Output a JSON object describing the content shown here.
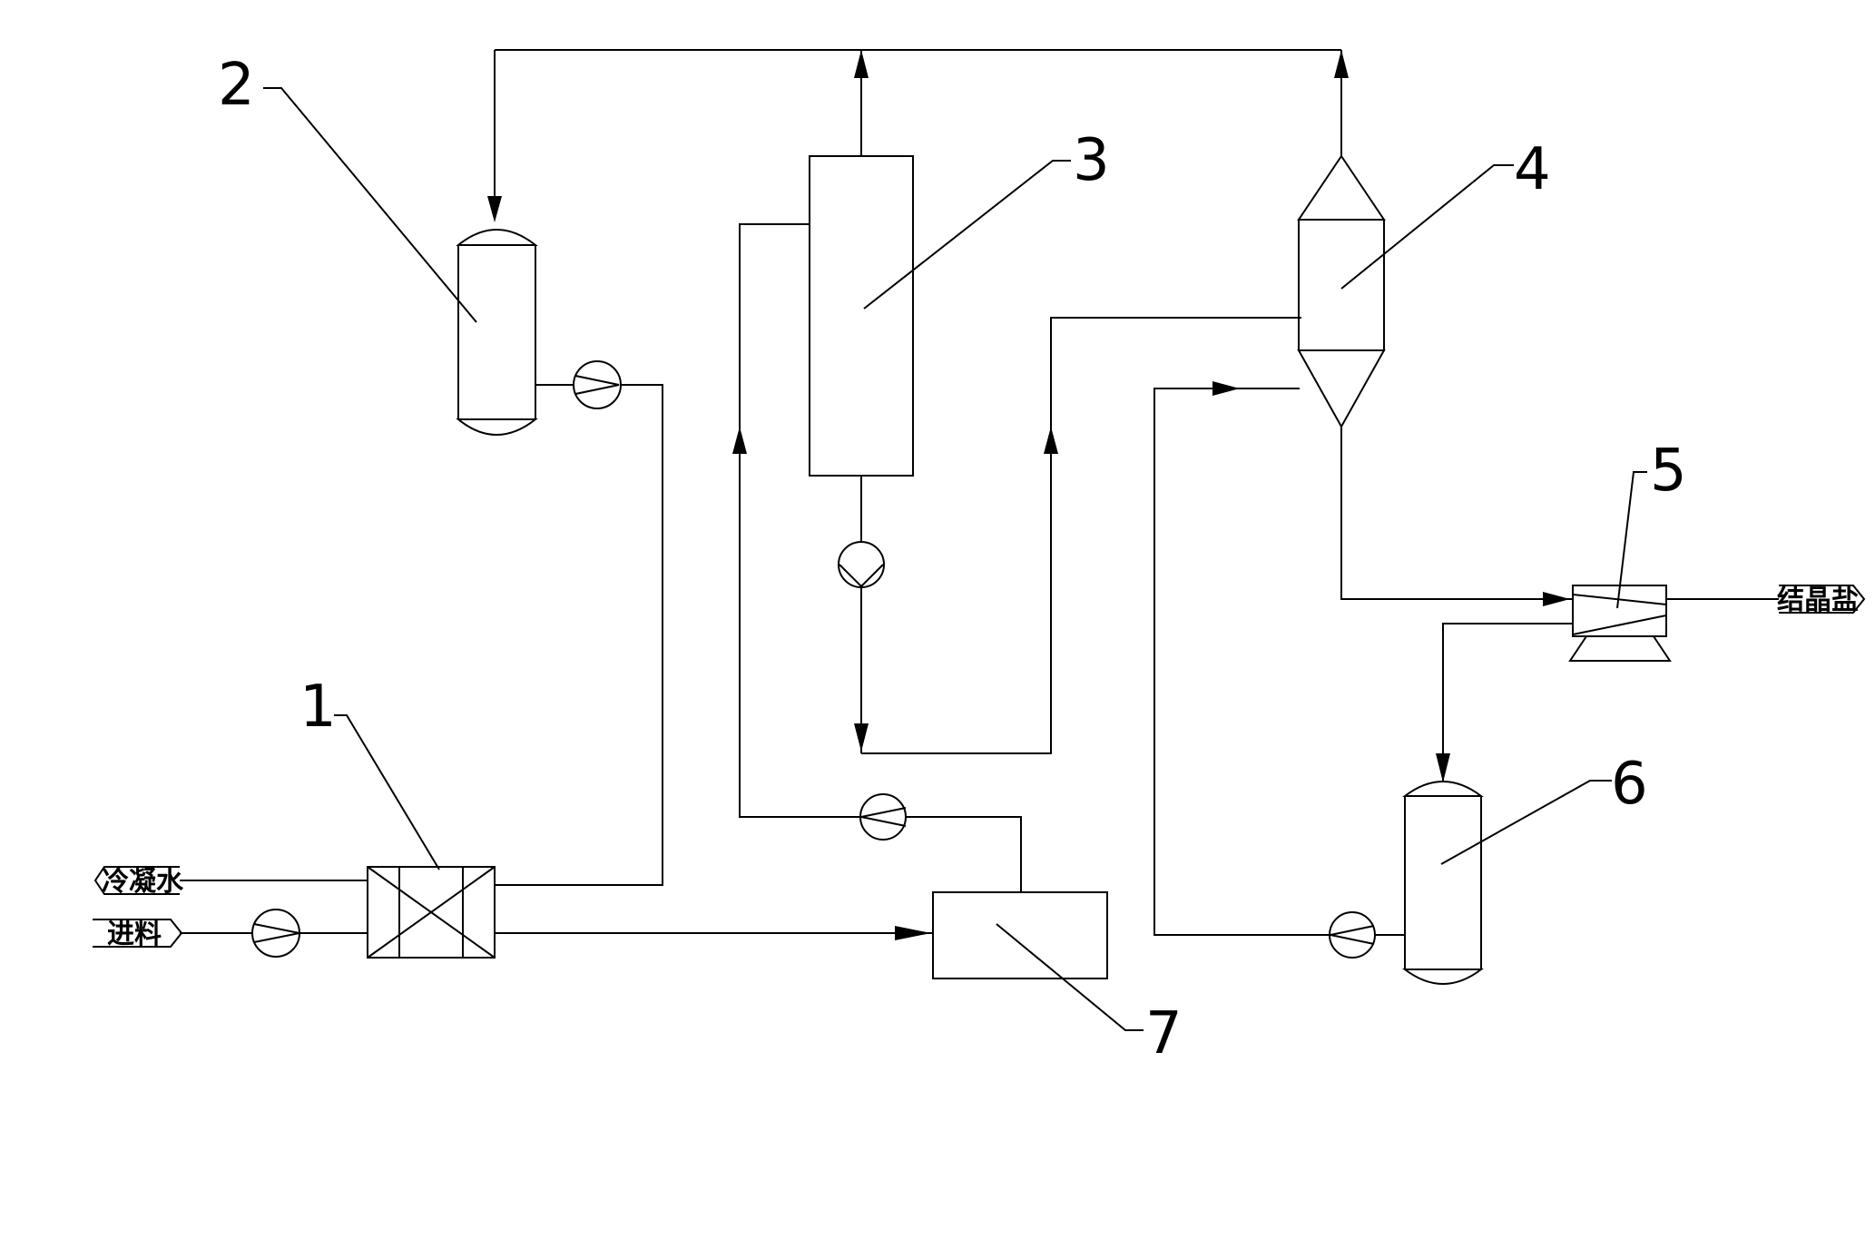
{
  "diagram": {
    "component_numbers": {
      "n1": "1",
      "n2": "2",
      "n3": "3",
      "n4": "4",
      "n5": "5",
      "n6": "6",
      "n7": "7"
    },
    "stream_tags": {
      "condensate_water": "冷凝水",
      "feed": "进料",
      "crystal_salt": "结晶盐"
    }
  },
  "colors": {
    "line": "#000000",
    "background": "#ffffff"
  }
}
